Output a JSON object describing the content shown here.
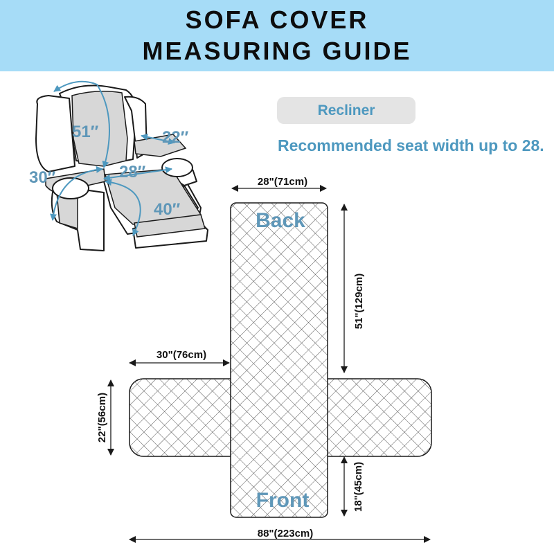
{
  "header": {
    "line1": "SOFA COVER",
    "line2": "MEASURING GUIDE",
    "background": "#a6dcf7"
  },
  "product": {
    "type_label": "Recliner",
    "recommendation": "Recommended seat width up to 28."
  },
  "chair_measurements": {
    "back": "51″",
    "arm_depth": "22″",
    "arm_length": "30″",
    "seat_width": "28″",
    "seat_length": "40″"
  },
  "pattern": {
    "back_label": "Back",
    "front_label": "Front",
    "dim_top_width": "28\"(71cm)",
    "dim_back_length": "51\"(129cm)",
    "dim_arm_length": "30\"(76cm)",
    "dim_arm_width": "22\"(56cm)",
    "dim_front_length": "18\"(45cm)",
    "dim_total_width": "88\"(223cm)"
  },
  "colors": {
    "accent": "#4d98bf",
    "line": "#1a1a1a",
    "quilt": "#555555"
  }
}
